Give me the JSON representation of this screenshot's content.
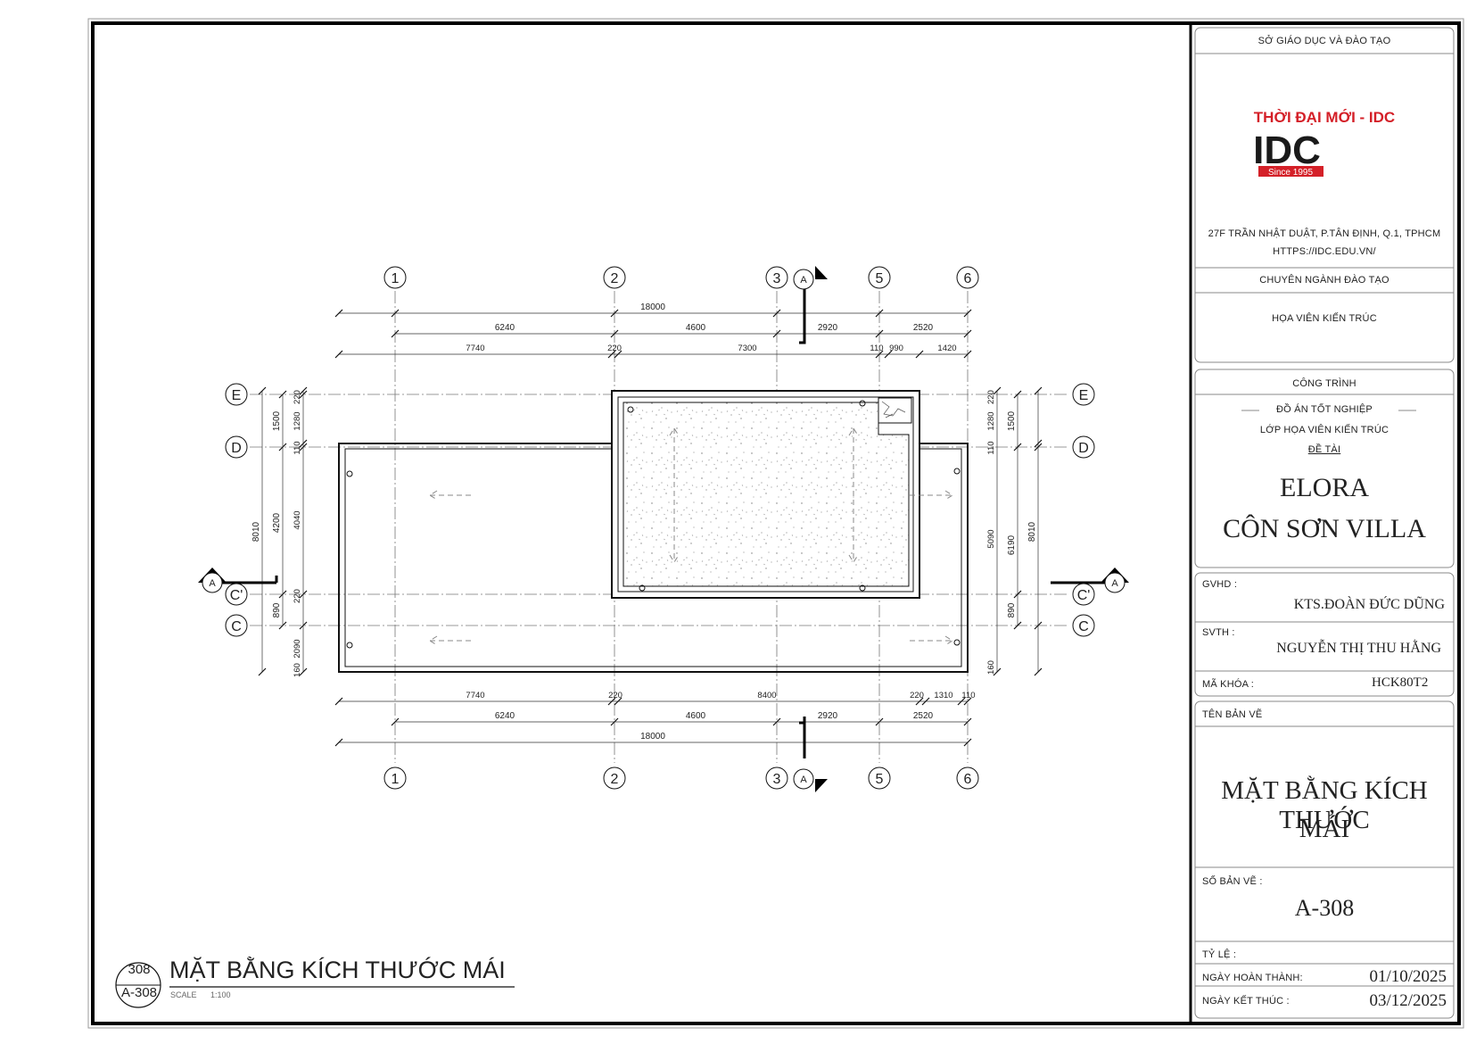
{
  "title_block": {
    "department": "SỞ GIÁO DỤC VÀ ĐÀO TẠO",
    "logo_text": "THỜI ĐẠI MỚI - IDC",
    "logo_mark": "IDC",
    "logo_since": "Since 1995",
    "address": "27F TRẦN NHẬT DUẬT, P.TÂN ĐỊNH, Q.1, TPHCM",
    "website": "HTTPS://IDC.EDU.VN/",
    "major_label": "CHUYÊN NGÀNH ĐÀO TẠO",
    "major_value": "HỌA VIÊN KIẾN TRÚC",
    "project_label": "CÔNG TRÌNH",
    "project_line1": "ĐỒ ÁN TỐT NGHIỆP",
    "project_line2": "LỚP HỌA VIÊN KIẾN TRÚC",
    "topic_label": "ĐỀ TÀI",
    "project_name1": "ELORA",
    "project_name2": "CÔN SƠN VILLA",
    "gvhd_label": "GVHD :",
    "gvhd_value": "KTS.ĐOÀN ĐỨC DŨNG",
    "svth_label": "SVTH :",
    "svth_value": "NGUYỄN THỊ THU HẰNG",
    "course_label": "MÃ KHÓA :",
    "course_value": "HCK80T2",
    "drawing_name_label": "TÊN BẢN VẼ",
    "drawing_name1": "MẶT BẰNG KÍCH THƯỚC",
    "drawing_name2": "MÁI",
    "sheet_no_label": "SỐ BẢN VẼ :",
    "sheet_no": "A-308",
    "scale_label": "TỶ LỆ :",
    "date_done_label": "NGÀY HOÀN THÀNH:",
    "date_done": "01/10/2025",
    "date_end_label": "NGÀY KẾT THÚC :",
    "date_end": "03/12/2025"
  },
  "drawing": {
    "title": "MẶT BẰNG KÍCH THƯỚC MÁI",
    "scale_label": "SCALE",
    "scale_value": "1:100",
    "bubble_top": "308",
    "bubble_bottom": "A-308",
    "grid_x": [
      "1",
      "2",
      "3",
      "5",
      "6"
    ],
    "grid_y": [
      "E",
      "D",
      "C'",
      "C"
    ],
    "section_mark": "A",
    "dims_top": {
      "overall": "18000",
      "axis": [
        "6240",
        "4600",
        "2920",
        "2520"
      ],
      "detail": [
        "7740",
        "220",
        "7300",
        "110",
        "990",
        "1420"
      ]
    },
    "dims_bottom": {
      "detail": [
        "7740",
        "220",
        "8400",
        "220",
        "1310",
        "110"
      ],
      "axis": [
        "6240",
        "4600",
        "2920",
        "2520"
      ],
      "overall": "18000"
    },
    "dims_left": {
      "overall": "8010",
      "mid": [
        "1500",
        "4200",
        "890"
      ],
      "detail": [
        "220",
        "1280",
        "110",
        "4040",
        "220",
        "2090",
        "160"
      ]
    },
    "dims_right": {
      "overall": "8010",
      "mid": [
        "1500",
        "6190",
        "890"
      ],
      "detail": [
        "220",
        "1280",
        "110",
        "5090",
        "160"
      ]
    }
  }
}
